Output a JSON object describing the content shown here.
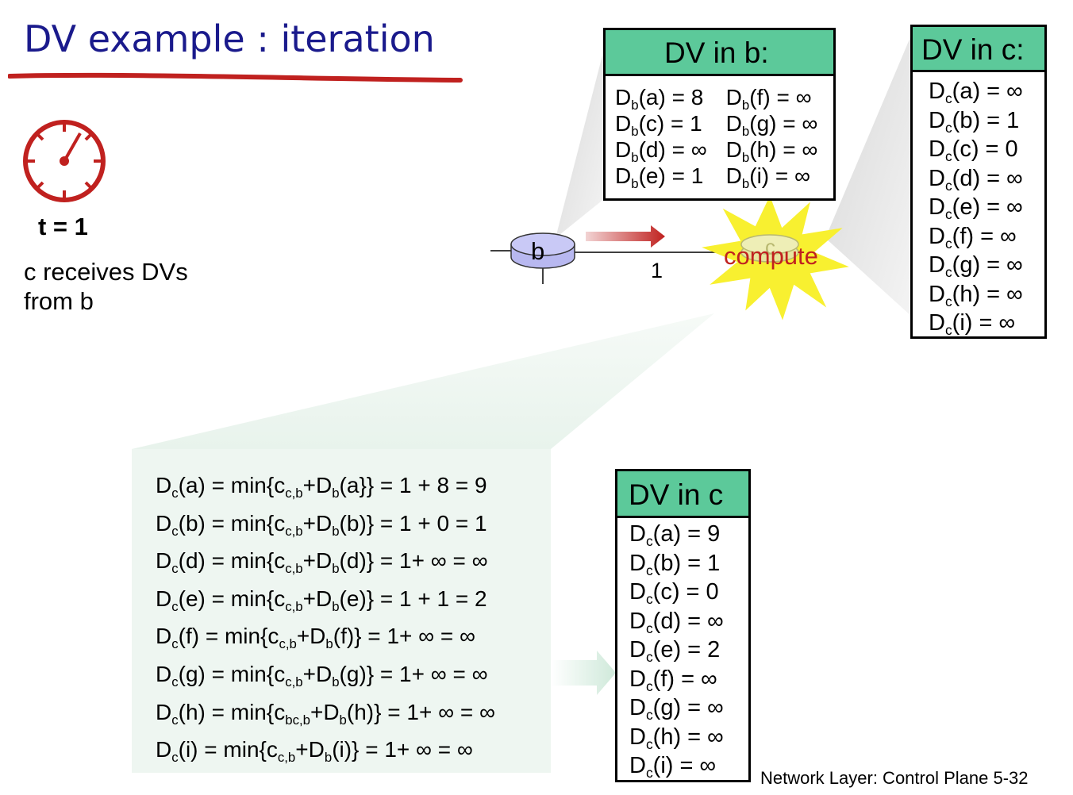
{
  "slide": {
    "title": "DV example : iteration",
    "time_label": "t = 1",
    "description": [
      "c receives DVs",
      "from b"
    ],
    "footer": "Network Layer: Control Plane  5-32"
  },
  "diagram": {
    "router_b": "b",
    "router_c": "c",
    "link_cost": "1",
    "compute_label": "compute"
  },
  "dv_b": {
    "header": "DV in b:",
    "col1": [
      {
        "pre": "D",
        "sub": "b",
        "post": "(a) = 8"
      },
      {
        "pre": "D",
        "sub": "b",
        "post": "(c) = 1"
      },
      {
        "pre": "D",
        "sub": "b",
        "post": "(d) = ∞"
      },
      {
        "pre": "D",
        "sub": "b",
        "post": "(e) = 1"
      }
    ],
    "col2": [
      {
        "pre": "D",
        "sub": "b",
        "post": "(f) = ∞"
      },
      {
        "pre": "D",
        "sub": "b",
        "post": "(g) = ∞"
      },
      {
        "pre": "D",
        "sub": "b",
        "post": "(h) = ∞"
      },
      {
        "pre": "D",
        "sub": "b",
        "post": "(i) = ∞"
      }
    ]
  },
  "dv_c_old": {
    "header": "DV in c:",
    "entries": [
      {
        "pre": "D",
        "sub": "c",
        "post": "(a) = ∞"
      },
      {
        "pre": "D",
        "sub": "c",
        "post": "(b) = 1"
      },
      {
        "pre": "D",
        "sub": "c",
        "post": "(c) = 0"
      },
      {
        "pre": "D",
        "sub": "c",
        "post": "(d) = ∞"
      },
      {
        "pre": "D",
        "sub": "c",
        "post": "(e) = ∞"
      },
      {
        "pre": "D",
        "sub": "c",
        "post": "(f) = ∞"
      },
      {
        "pre": "D",
        "sub": "c",
        "post": "(g) = ∞"
      },
      {
        "pre": "D",
        "sub": "c",
        "post": "(h) = ∞"
      },
      {
        "pre": "D",
        "sub": "c",
        "post": "(i) = ∞"
      }
    ]
  },
  "dv_c_new": {
    "header_main": "DV in c",
    "header_colon": ":",
    "entries": [
      {
        "pre": "D",
        "sub": "c",
        "post": "(a) = 9"
      },
      {
        "pre": "D",
        "sub": "c",
        "post": "(b) = 1"
      },
      {
        "pre": "D",
        "sub": "c",
        "post": "(c) = 0"
      },
      {
        "pre": "D",
        "sub": "c",
        "post": "(d) = ∞"
      },
      {
        "pre": "D",
        "sub": "c",
        "post": "(e) = 2"
      },
      {
        "pre": "D",
        "sub": "c",
        "post": "(f) = ∞"
      },
      {
        "pre": "D",
        "sub": "c",
        "post": "(g) = ∞"
      },
      {
        "pre": "D",
        "sub": "c",
        "post": "(h) = ∞"
      },
      {
        "pre": "D",
        "sub": "c",
        "post": "(i) = ∞"
      }
    ]
  },
  "computations": [
    [
      [
        "",
        "D"
      ],
      [
        "sub",
        "c"
      ],
      [
        "",
        "(a) = min{c"
      ],
      [
        "sub",
        "c,b"
      ],
      [
        "",
        "+D"
      ],
      [
        "sub",
        "b"
      ],
      [
        "",
        "(a}} = 1 + 8 = 9"
      ]
    ],
    [
      [
        "",
        "D"
      ],
      [
        "sub",
        "c"
      ],
      [
        "",
        "(b) = min{c"
      ],
      [
        "sub",
        "c,b"
      ],
      [
        "",
        "+D"
      ],
      [
        "sub",
        "b"
      ],
      [
        "",
        "(b)} = 1 + 0 = 1"
      ]
    ],
    [
      [
        "",
        "D"
      ],
      [
        "sub",
        "c"
      ],
      [
        "",
        "(d) = min{c"
      ],
      [
        "sub",
        "c,b"
      ],
      [
        "",
        "+D"
      ],
      [
        "sub",
        "b"
      ],
      [
        "",
        "(d)} = 1+ ∞ = ∞"
      ]
    ],
    [
      [
        "",
        "D"
      ],
      [
        "sub",
        "c"
      ],
      [
        "",
        "(e) = min{c"
      ],
      [
        "sub",
        "c,b"
      ],
      [
        "",
        "+D"
      ],
      [
        "sub",
        "b"
      ],
      [
        "",
        "(e)} = 1 + 1 = 2"
      ]
    ],
    [
      [
        "",
        "D"
      ],
      [
        "sub",
        "c"
      ],
      [
        "",
        "(f) = min{c"
      ],
      [
        "sub",
        "c,b"
      ],
      [
        "",
        "+D"
      ],
      [
        "sub",
        "b"
      ],
      [
        "",
        "(f)}   = 1+ ∞ = ∞"
      ]
    ],
    [
      [
        "",
        "D"
      ],
      [
        "sub",
        "c"
      ],
      [
        "",
        "(g) = min{c"
      ],
      [
        "sub",
        "c,b"
      ],
      [
        "",
        "+D"
      ],
      [
        "sub",
        "b"
      ],
      [
        "",
        "(g)}  = 1+ ∞ = ∞"
      ]
    ],
    [
      [
        "",
        "D"
      ],
      [
        "sub",
        "c"
      ],
      [
        "",
        "(h) = min{c"
      ],
      [
        "sub",
        "bc,b"
      ],
      [
        "",
        "+D"
      ],
      [
        "sub",
        "b"
      ],
      [
        "",
        "(h)} = 1+ ∞ = ∞"
      ]
    ],
    [
      [
        "",
        "D"
      ],
      [
        "sub",
        "c"
      ],
      [
        "",
        "(i) = min{c"
      ],
      [
        "sub",
        "c,b"
      ],
      [
        "",
        "+D"
      ],
      [
        "sub",
        "b"
      ],
      [
        "",
        "(i)}    = 1+ ∞ = ∞"
      ]
    ]
  ],
  "colors": {
    "title": "#1a1a8c",
    "underline": "#c0211f",
    "header_fill": "#5cc99a",
    "clock": "#c0211f",
    "compute": "#c0211f",
    "router_b_fill": "#b8b8f0",
    "router_c_fill": "#e6e6a0",
    "burst": "#f8f030"
  }
}
